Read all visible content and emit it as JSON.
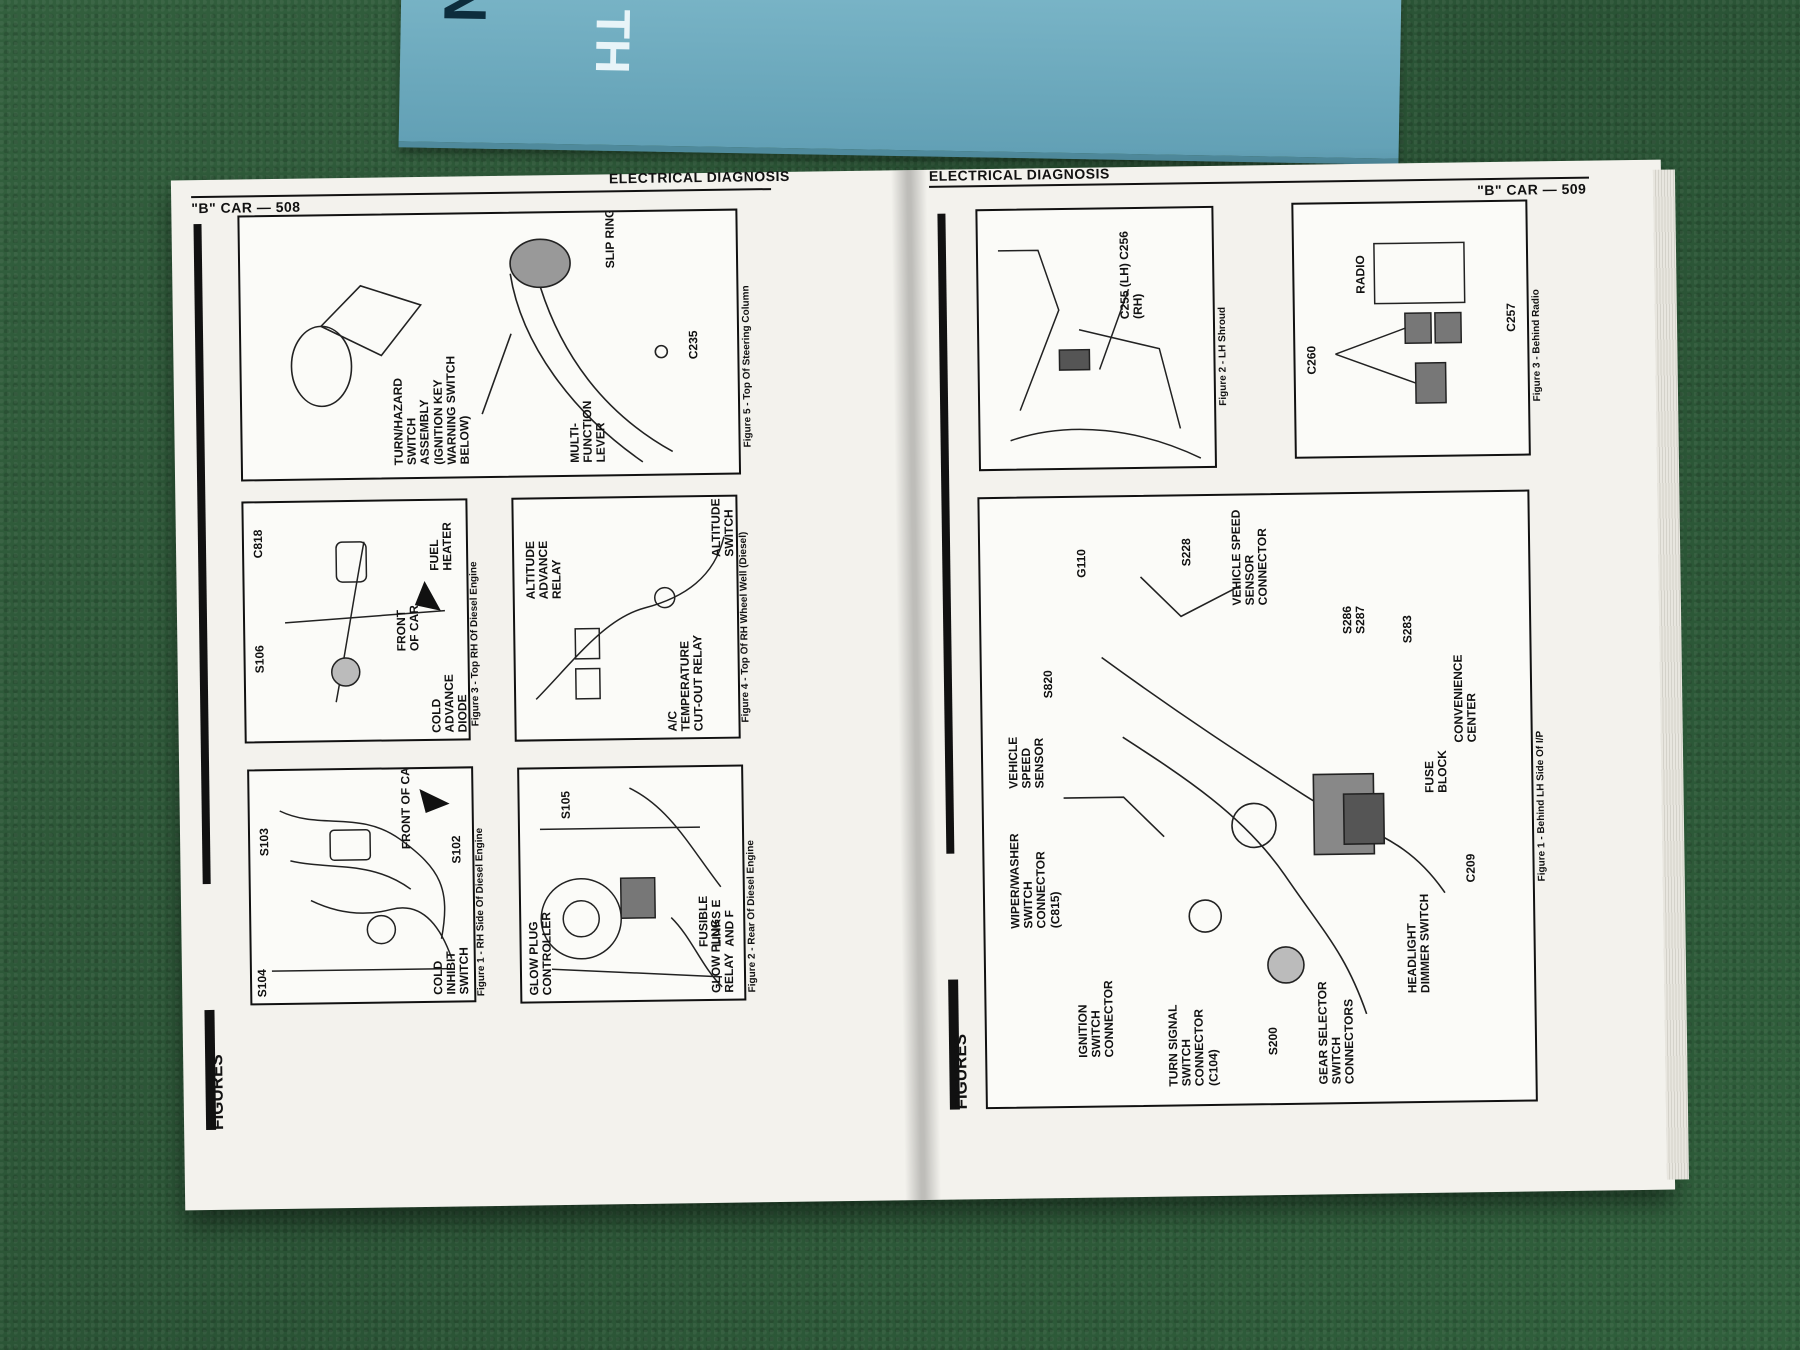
{
  "cover": {
    "text1": "N",
    "text2": "TH"
  },
  "left_page": {
    "header_title": "ELECTRICAL DIAGNOSIS",
    "page_label": "\"B\" CAR — 508",
    "section_label": "FIGURES",
    "figures": [
      {
        "caption": "Figure 1 - RH Side Of Diesel Engine",
        "labels": [
          "S104",
          "S103",
          "S102",
          "FRONT OF CAR",
          "COLD INHIBIT SWITCH"
        ]
      },
      {
        "caption": "Figure 2 - Rear Of Diesel Engine",
        "labels": [
          "S105",
          "GLOW PLUG CONTROLLER",
          "GLOW PLUG RELAY",
          "FUSIBLE LINKS E AND F"
        ]
      },
      {
        "caption": "Figure 3 - Top RH Of Diesel Engine",
        "labels": [
          "C818",
          "S106",
          "FUEL HEATER",
          "FRONT OF CAR",
          "COLD ADVANCE DIODE"
        ]
      },
      {
        "caption": "Figure 4 - Top Of RH Wheel Well (Diesel)",
        "labels": [
          "ALTITUDE ADVANCE RELAY",
          "ALTITUDE SWITCH",
          "A/C TEMPERATURE CUT-OUT RELAY"
        ]
      },
      {
        "caption": "Figure 5 - Top Of Steering Column",
        "labels": [
          "SLIP RING",
          "C235",
          "MULTI-FUNCTION LEVER",
          "TURN/HAZARD SWITCH ASSEMBLY (IGNITION KEY WARNING SWITCH BELOW)"
        ]
      }
    ]
  },
  "right_page": {
    "header_title": "ELECTRICAL DIAGNOSIS",
    "page_label": "\"B\" CAR — 509",
    "section_label": "FIGURES",
    "figures": [
      {
        "caption": "Figure 1 - Behind LH Side Of I/P",
        "labels": [
          "G110",
          "S228",
          "VEHICLE SPEED SENSOR CONNECTOR",
          "S286 S287",
          "S283",
          "S820",
          "VEHICLE SPEED SENSOR",
          "CONVENIENCE CENTER",
          "FUSE BLOCK",
          "WIPER/WASHER SWITCH CONNECTOR (C815)",
          "C209",
          "IGNITION SWITCH CONNECTOR",
          "TURN SIGNAL SWITCH CONNECTOR (C104)",
          "S200",
          "GEAR SELECTOR SWITCH CONNECTORS",
          "HEADLIGHT DIMMER SWITCH"
        ]
      },
      {
        "caption": "Figure 2 - LH Shroud",
        "labels": [
          "C255 (LH) C256 (RH)"
        ]
      },
      {
        "caption": "Figure 3 - Behind Radio",
        "labels": [
          "RADIO",
          "C257",
          "C260"
        ]
      }
    ]
  }
}
